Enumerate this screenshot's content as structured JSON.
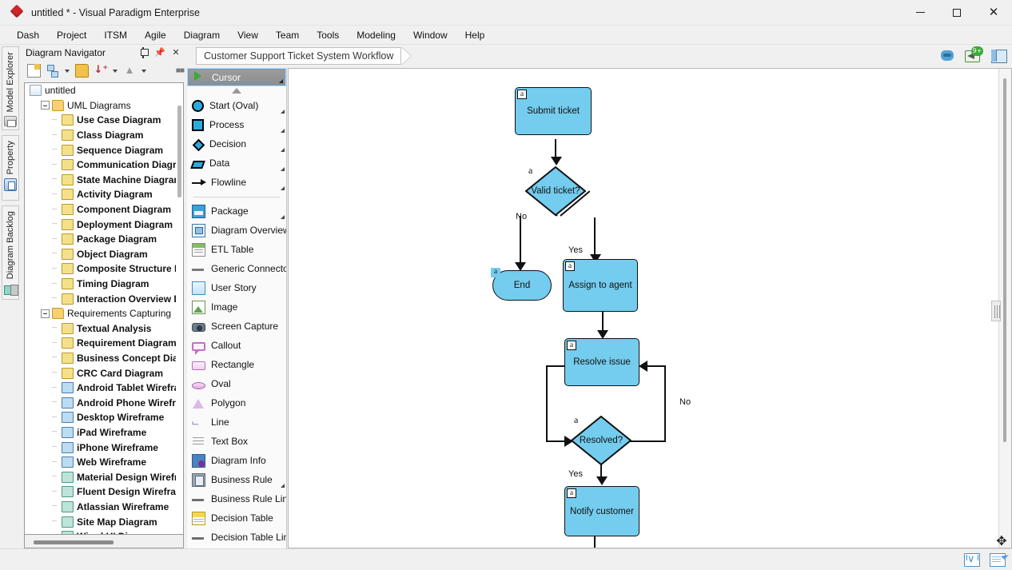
{
  "window": {
    "title": "untitled * - Visual Paradigm Enterprise",
    "logo": "vp-diamond-logo",
    "minimize": "—",
    "maximize": "□",
    "close": "✕"
  },
  "menubar": {
    "items": [
      "Dash",
      "Project",
      "ITSM",
      "Agile",
      "Diagram",
      "View",
      "Team",
      "Tools",
      "Modeling",
      "Window",
      "Help"
    ]
  },
  "vertical_tabs": [
    {
      "label": "Model Explorer",
      "icon": "model-explorer-icon"
    },
    {
      "label": "Property",
      "icon": "property-icon"
    },
    {
      "label": "Diagram Backlog",
      "icon": "diagram-backlog-icon"
    }
  ],
  "navigator": {
    "title": "Diagram Navigator",
    "header_buttons": [
      {
        "name": "float-button",
        "glyph": ""
      },
      {
        "name": "pin-button",
        "glyph": "中"
      },
      {
        "name": "close-button",
        "glyph": "✕"
      }
    ],
    "toolbar": [
      {
        "name": "new-diagram-button",
        "icon": "new-document-icon"
      },
      {
        "name": "expand-tree-button",
        "icon": "tree-expand-icon"
      },
      {
        "name": "expand-tree-dropdown",
        "icon": "chevron-down-icon"
      },
      {
        "name": "open-folder-button",
        "icon": "open-folder-icon"
      },
      {
        "name": "sort-button",
        "icon": "sort-az-icon"
      },
      {
        "name": "sort-dropdown",
        "icon": "chevron-down-icon"
      },
      {
        "name": "collapse-button",
        "icon": "caret-up-icon"
      },
      {
        "name": "collapse-dropdown",
        "icon": "chevron-down-icon"
      }
    ],
    "tree": [
      {
        "label": "untitled",
        "level": 0,
        "icon": "project-icon",
        "bold": false,
        "expander": "none"
      },
      {
        "label": "UML Diagrams",
        "level": 1,
        "icon": "folder-icon",
        "bold": false,
        "expander": "minus"
      },
      {
        "label": "Use Case Diagram",
        "level": 2,
        "icon": "use-case-diagram-icon",
        "bold": true
      },
      {
        "label": "Class Diagram",
        "level": 2,
        "icon": "class-diagram-icon",
        "bold": true
      },
      {
        "label": "Sequence Diagram",
        "level": 2,
        "icon": "sequence-diagram-icon",
        "bold": true
      },
      {
        "label": "Communication Diagram",
        "level": 2,
        "icon": "communication-diagram-icon",
        "bold": true
      },
      {
        "label": "State Machine Diagram",
        "level": 2,
        "icon": "state-machine-diagram-icon",
        "bold": true
      },
      {
        "label": "Activity Diagram",
        "level": 2,
        "icon": "activity-diagram-icon",
        "bold": true
      },
      {
        "label": "Component Diagram",
        "level": 2,
        "icon": "component-diagram-icon",
        "bold": true
      },
      {
        "label": "Deployment Diagram",
        "level": 2,
        "icon": "deployment-diagram-icon",
        "bold": true
      },
      {
        "label": "Package Diagram",
        "level": 2,
        "icon": "package-diagram-icon",
        "bold": true
      },
      {
        "label": "Object Diagram",
        "level": 2,
        "icon": "object-diagram-icon",
        "bold": true
      },
      {
        "label": "Composite Structure Diagram",
        "level": 2,
        "icon": "composite-structure-diagram-icon",
        "bold": true
      },
      {
        "label": "Timing Diagram",
        "level": 2,
        "icon": "timing-diagram-icon",
        "bold": true
      },
      {
        "label": "Interaction Overview Diagram",
        "level": 2,
        "icon": "interaction-overview-diagram-icon",
        "bold": true
      },
      {
        "label": "Requirements Capturing",
        "level": 1,
        "icon": "folder-icon",
        "bold": false,
        "expander": "minus"
      },
      {
        "label": "Textual Analysis",
        "level": 2,
        "icon": "textual-analysis-icon",
        "bold": true
      },
      {
        "label": "Requirement Diagram",
        "level": 2,
        "icon": "requirement-diagram-icon",
        "bold": true
      },
      {
        "label": "Business Concept Diagram",
        "level": 2,
        "icon": "business-concept-diagram-icon",
        "bold": true
      },
      {
        "label": "CRC Card Diagram",
        "level": 2,
        "icon": "crc-card-diagram-icon",
        "bold": true
      },
      {
        "label": "Android Tablet Wireframe",
        "level": 2,
        "icon": "android-tablet-wireframe-icon",
        "bold": true
      },
      {
        "label": "Android Phone Wireframe",
        "level": 2,
        "icon": "android-phone-wireframe-icon",
        "bold": true
      },
      {
        "label": "Desktop Wireframe",
        "level": 2,
        "icon": "desktop-wireframe-icon",
        "bold": true
      },
      {
        "label": "iPad Wireframe",
        "level": 2,
        "icon": "ipad-wireframe-icon",
        "bold": true
      },
      {
        "label": "iPhone Wireframe",
        "level": 2,
        "icon": "iphone-wireframe-icon",
        "bold": true
      },
      {
        "label": "Web Wireframe",
        "level": 2,
        "icon": "web-wireframe-icon",
        "bold": true
      },
      {
        "label": "Material Design Wireframe",
        "level": 2,
        "icon": "material-design-wireframe-icon",
        "bold": true
      },
      {
        "label": "Fluent Design Wireframe",
        "level": 2,
        "icon": "fluent-design-wireframe-icon",
        "bold": true
      },
      {
        "label": "Atlassian Wireframe",
        "level": 2,
        "icon": "atlassian-wireframe-icon",
        "bold": true
      },
      {
        "label": "Site Map Diagram",
        "level": 2,
        "icon": "site-map-diagram-icon",
        "bold": true
      },
      {
        "label": "Wired UI Diagram",
        "level": 2,
        "icon": "wired-ui-diagram-icon",
        "bold": true
      }
    ]
  },
  "palette": {
    "scroll_up": "▲",
    "scroll_down": "▼",
    "items": [
      {
        "label": "Cursor",
        "icon": "cursor-icon",
        "selected": true,
        "expandable": true
      },
      {
        "label": "Start (Oval)",
        "icon": "start-oval-icon",
        "expandable": true
      },
      {
        "label": "Process",
        "icon": "process-icon",
        "expandable": true
      },
      {
        "label": "Decision",
        "icon": "decision-icon",
        "expandable": true
      },
      {
        "label": "Data",
        "icon": "data-icon",
        "expandable": true
      },
      {
        "label": "Flowline",
        "icon": "flowline-icon",
        "expandable": true
      },
      {
        "separator": true
      },
      {
        "label": "Package",
        "icon": "package-icon",
        "expandable": true
      },
      {
        "label": "Diagram Overview",
        "icon": "diagram-overview-icon"
      },
      {
        "label": "ETL Table",
        "icon": "etl-table-icon"
      },
      {
        "label": "Generic Connector",
        "icon": "generic-connector-icon"
      },
      {
        "label": "User Story",
        "icon": "user-story-icon"
      },
      {
        "label": "Image",
        "icon": "image-icon"
      },
      {
        "label": "Screen Capture",
        "icon": "screen-capture-icon"
      },
      {
        "label": "Callout",
        "icon": "callout-icon"
      },
      {
        "label": "Rectangle",
        "icon": "rectangle-icon"
      },
      {
        "label": "Oval",
        "icon": "oval-icon"
      },
      {
        "label": "Polygon",
        "icon": "polygon-icon"
      },
      {
        "label": "Line",
        "icon": "line-icon"
      },
      {
        "label": "Text Box",
        "icon": "text-box-icon"
      },
      {
        "label": "Diagram Info",
        "icon": "diagram-info-icon"
      },
      {
        "label": "Business Rule",
        "icon": "business-rule-icon",
        "expandable": true
      },
      {
        "label": "Business Rule Link",
        "icon": "business-rule-link-icon"
      },
      {
        "label": "Decision Table",
        "icon": "decision-table-icon"
      },
      {
        "label": "Decision Table Link",
        "icon": "decision-table-link-icon"
      }
    ]
  },
  "editor": {
    "tab_label": "Customer Support Ticket System Workflow",
    "toolbar_right": [
      {
        "name": "ai-bot-icon",
        "label": ""
      },
      {
        "name": "announcement-megaphone-icon",
        "badge": "9+"
      },
      {
        "name": "toggle-panel-icon",
        "label": ""
      }
    ]
  },
  "diagram": {
    "nodes": [
      {
        "id": "n1",
        "label": "Submit ticket",
        "shape": "rect",
        "badge": "a"
      },
      {
        "id": "n2",
        "label": "Valid ticket?",
        "shape": "diamond",
        "badge": "a"
      },
      {
        "id": "n3",
        "label": "End",
        "shape": "oval",
        "badge": "a"
      },
      {
        "id": "n4",
        "label": "Assign to agent",
        "shape": "rect",
        "badge": "a"
      },
      {
        "id": "n5",
        "label": "Resolve issue",
        "shape": "rect",
        "badge": "a"
      },
      {
        "id": "n6",
        "label": "Resolved?",
        "shape": "diamond",
        "badge": "a"
      },
      {
        "id": "n7",
        "label": "Notify customer",
        "shape": "rect",
        "badge": "a"
      }
    ],
    "edge_labels": [
      "No",
      "Yes",
      "No",
      "Yes"
    ],
    "node_fill": "#74CCEE",
    "node_stroke": "#111111"
  },
  "statusbar": {
    "icons": [
      {
        "name": "mail-icon"
      },
      {
        "name": "note-edit-icon"
      }
    ],
    "move-cursor": "✥"
  }
}
